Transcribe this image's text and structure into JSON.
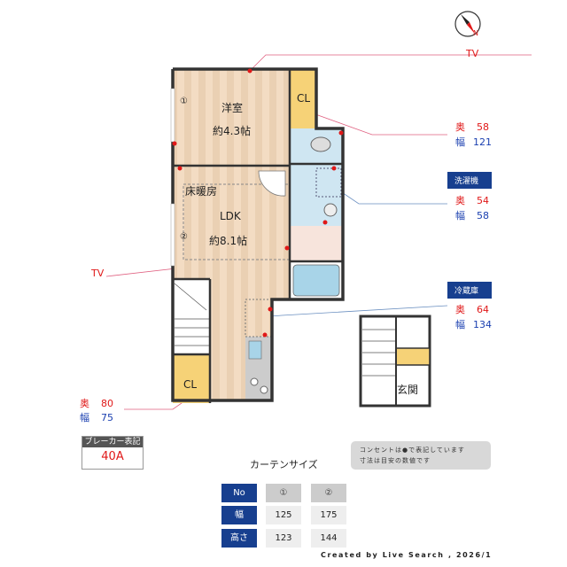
{
  "compass": {
    "label": "N"
  },
  "rooms": {
    "western": {
      "name": "洋室",
      "size": "約4.3帖",
      "window": "①"
    },
    "closet_top": "CL",
    "ldk": {
      "heating": "床暖房",
      "name": "LDK",
      "size": "約8.1帖",
      "window": "②"
    },
    "closet_bottom": "CL",
    "entrance": "玄関"
  },
  "callouts": {
    "tv_top": "TV",
    "tv_left": "TV",
    "closet_top": {
      "depth_label": "奥",
      "depth": "58",
      "width_label": "幅",
      "width": "121"
    },
    "washer": {
      "title": "洗濯機",
      "depth_label": "奥",
      "depth": "54",
      "width_label": "幅",
      "width": "58"
    },
    "fridge": {
      "title": "冷蔵庫",
      "depth_label": "奥",
      "depth": "64",
      "width_label": "幅",
      "width": "134"
    },
    "closet_bottom": {
      "depth_label": "奥",
      "depth": "80",
      "width_label": "幅",
      "width": "75"
    }
  },
  "breaker": {
    "label": "ブレーカー表記",
    "value": "40A"
  },
  "note": {
    "line1": "コンセントは●で表記しています",
    "line2": "寸法は目安の数値です"
  },
  "curtain": {
    "title": "カーテンサイズ",
    "rows": [
      {
        "header": "No",
        "values": [
          "①",
          "②"
        ]
      },
      {
        "header": "幅",
        "values": [
          "125",
          "175"
        ]
      },
      {
        "header": "高さ",
        "values": [
          "123",
          "144"
        ]
      }
    ]
  },
  "credit": "Created by Live Search , 2026/1",
  "colors": {
    "floor": "#f1d9bf",
    "closet": "#f6d277",
    "wet": "#cfe6f2",
    "outlet": "#e01818",
    "navy": "#173f8f",
    "depth": "#e01818",
    "width": "#1a3fb0"
  }
}
